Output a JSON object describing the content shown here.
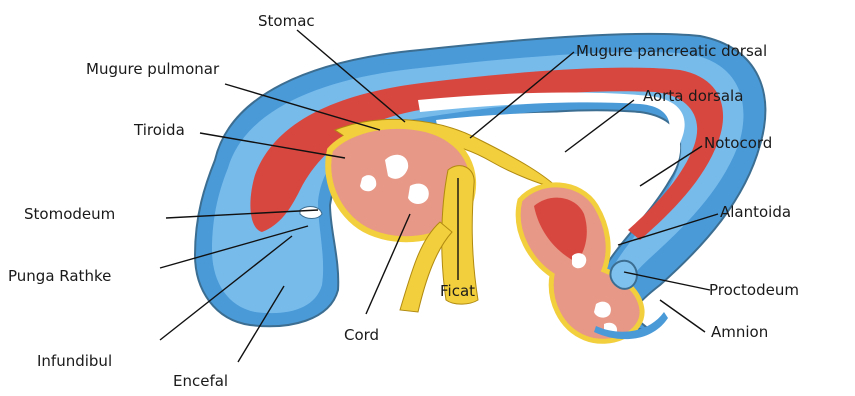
{
  "diagram": {
    "labels": {
      "stomac": "Stomac",
      "mugure_pancreatic_dorsal": "Mugure pancreatic dorsal",
      "mugure_pulmonar": "Mugure pulmonar",
      "aorta_dorsala": "Aorta dorsala",
      "tiroida": "Tiroida",
      "notocord": "Notocord",
      "stomodeum": "Stomodeum",
      "alantoida": "Alantoida",
      "punga_rathke": "Punga Rathke",
      "ficat": "Ficat",
      "proctodeum": "Proctodeum",
      "cord": "Cord",
      "amnion": "Amnion",
      "infundibul": "Infundibul",
      "encefal": "Encefal"
    },
    "colors": {
      "ectoderm_outer": "#4a9ad8",
      "ectoderm_inner": "#7fc1ee",
      "mesoderm": "#d8473f",
      "endoderm": "#f2cf3c",
      "tissue": "#e79886",
      "cavity": "#ffffff",
      "outline": "#3c6e92"
    }
  }
}
